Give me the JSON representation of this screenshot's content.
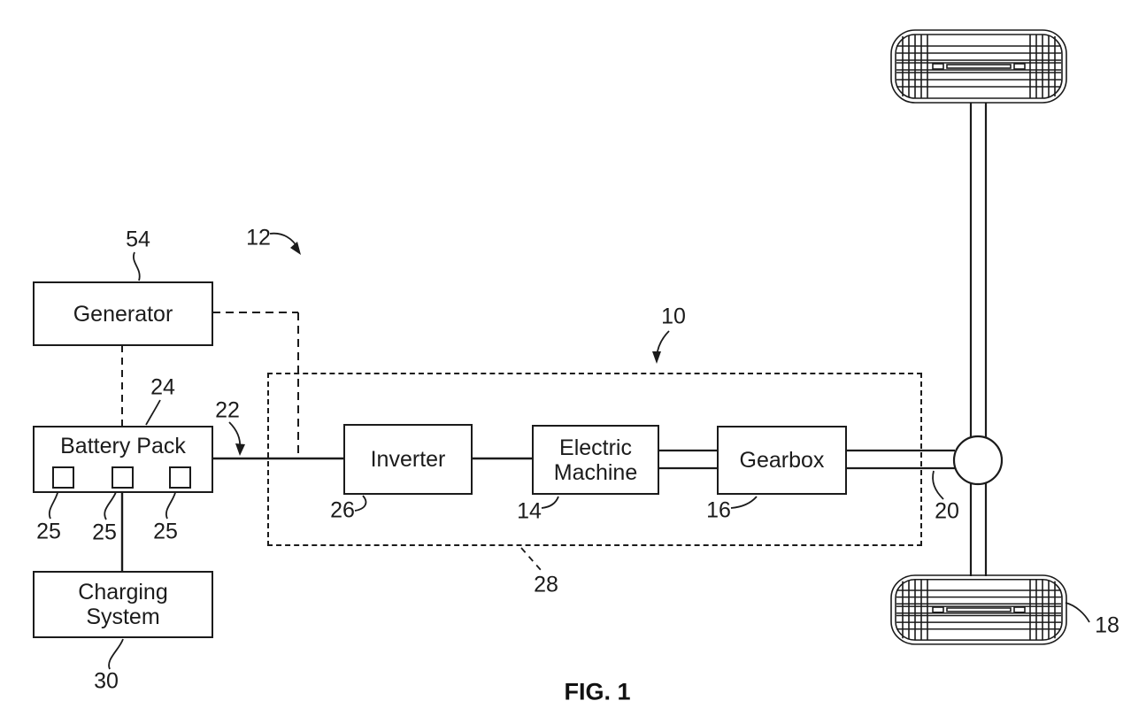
{
  "caption": "FIG. 1",
  "colors": {
    "line": "#1b1b1b",
    "background": "#ffffff"
  },
  "blocks": {
    "generator": {
      "label": "Generator",
      "ref": "54"
    },
    "battery_pack": {
      "label": "Battery Pack",
      "ref": "24"
    },
    "charging_system": {
      "label": "Charging\nSystem",
      "ref": "30"
    },
    "inverter": {
      "label": "Inverter",
      "ref": "26"
    },
    "electric_machine": {
      "label": "Electric\nMachine",
      "ref": "14"
    },
    "gearbox": {
      "label": "Gearbox",
      "ref": "16"
    }
  },
  "refs": {
    "system": "12",
    "drive_unit": "10",
    "bus_line": "22",
    "enclosure": "28",
    "axle": "20",
    "wheel": "18",
    "cells": [
      "25",
      "25",
      "25"
    ]
  }
}
